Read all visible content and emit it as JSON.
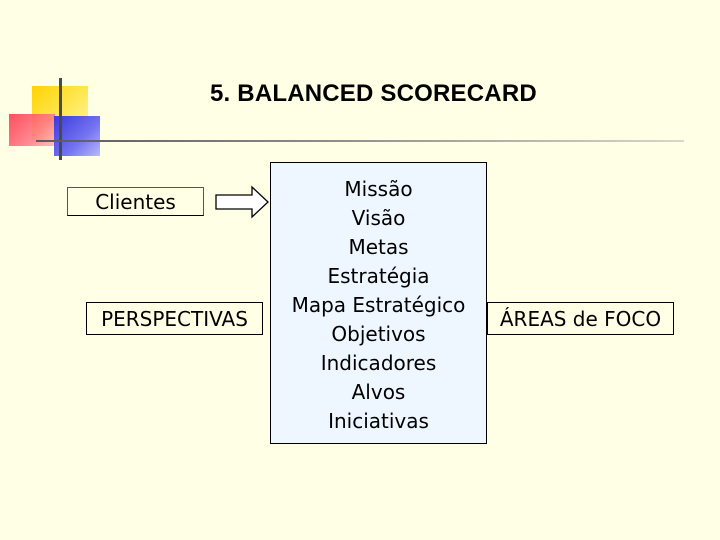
{
  "title": "5. BALANCED SCORECARD",
  "left_labels": {
    "clientes": "Clientes",
    "perspectivas": "PERSPECTIVAS"
  },
  "right_label": "ÁREAS de FOCO",
  "center_items": [
    "Missão",
    "Visão",
    "Metas",
    "Estratégia",
    "Mapa Estratégico",
    "Objetivos",
    "Indicadores",
    "Alvos",
    "Iniciativas"
  ],
  "colors": {
    "background": "#FFFFE5",
    "center_fill": "#EEF6FF",
    "accent_yellow": "#FFD200",
    "accent_red": "#FF3B4E",
    "accent_blue": "#3A3AE0"
  },
  "icons": [
    "right-arrow-icon"
  ]
}
